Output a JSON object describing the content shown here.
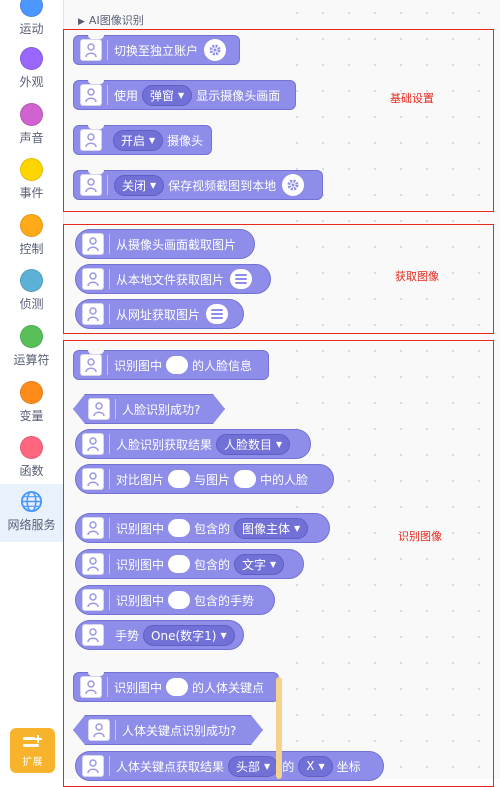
{
  "categories": [
    {
      "label": "运动",
      "color": "#4c97ff"
    },
    {
      "label": "外观",
      "color": "#9966ff"
    },
    {
      "label": "声音",
      "color": "#cf63cf"
    },
    {
      "label": "事件",
      "color": "#ffd500"
    },
    {
      "label": "控制",
      "color": "#ffab19"
    },
    {
      "label": "侦测",
      "color": "#5cb1d6"
    },
    {
      "label": "运算符",
      "color": "#59c059"
    },
    {
      "label": "变量",
      "color": "#ff8c1a"
    },
    {
      "label": "函数",
      "color": "#ff6680"
    },
    {
      "label": "网络服务",
      "color": "#4c97ff"
    }
  ],
  "extension_label": "扩展",
  "section_title": "AI图像识别",
  "groups": {
    "basic": "基础设置",
    "get_image": "获取图像",
    "recognize": "识别图像"
  },
  "blocks": {
    "switch_account": "切换至独立账户",
    "use": "使用",
    "popup": "弹窗",
    "show_camera": "显示摄像头画面",
    "open": "开启",
    "camera": "摄像头",
    "close": "关闭",
    "save_frame": "保存视频截图到本地",
    "from_camera": "从摄像头画面截取图片",
    "from_local": "从本地文件获取图片",
    "from_url": "从网址获取图片",
    "recognize_in": "识别图中",
    "face_info": "的人脸信息",
    "face_success": "人脸识别成功?",
    "face_result": "人脸识别获取结果",
    "face_count": "人脸数目",
    "compare": "对比图片",
    "and_image": "与图片",
    "face_in": "中的人脸",
    "contains": "包含的",
    "image_subject": "图像主体",
    "text": "文字",
    "gesture_contains": "包含的手势",
    "gesture": "手势",
    "gesture_value": "One(数字1)",
    "body_keypoints": "的人体关键点",
    "keypoint_success": "人体关键点识别成功?",
    "keypoint_result": "人体关键点获取结果",
    "head": "头部",
    "of": "的",
    "x_axis": "X",
    "coordinate": "坐标"
  }
}
